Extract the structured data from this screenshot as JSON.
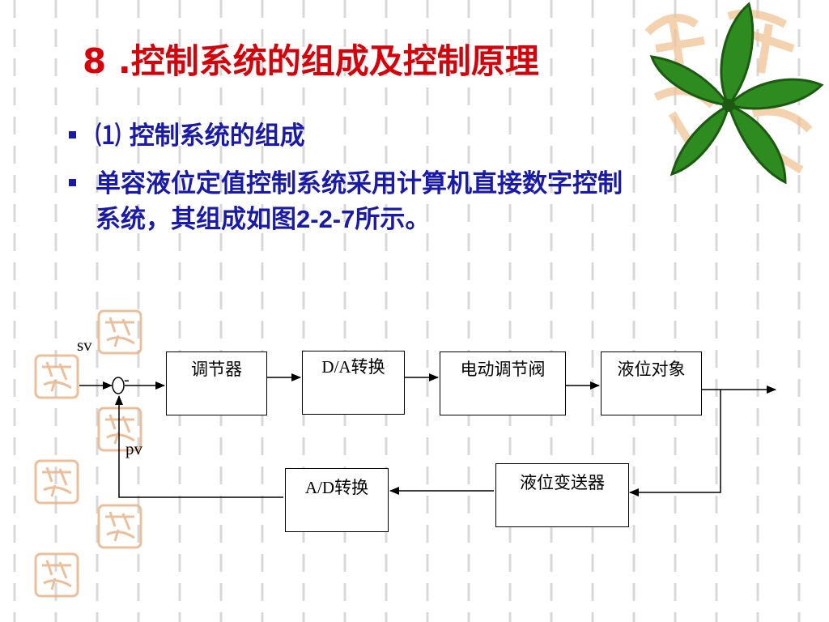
{
  "slide": {
    "title": "8 .控制系统的组成及控制原理",
    "bullets": [
      "⑴   控制系统的组成",
      "单容液位定值控制系统采用计算机直接数字控制系统，其组成如图2-2-7所示。"
    ],
    "bullet2_line1": "单容液位定值控制系统采用计算机直接数字控制",
    "bullet2_line2_pre": "系统，其组成如图",
    "bullet2_line2_num": "2-2-7",
    "bullet2_line2_post": "所示。"
  },
  "colors": {
    "title": "#d4000a",
    "bullet": "#1a1aa8",
    "stamp": "#e8b48a",
    "leaf": "#2e8b1f"
  },
  "diagram": {
    "blocks": {
      "controller": "调节器",
      "da": "D/A转换",
      "valve": "电动调节阀",
      "plant": "液位对象",
      "transmitter": "液位变送器",
      "ad": "A/D转换"
    },
    "signals": {
      "sv": "sv",
      "pv": "pv",
      "minus": "-"
    }
  }
}
